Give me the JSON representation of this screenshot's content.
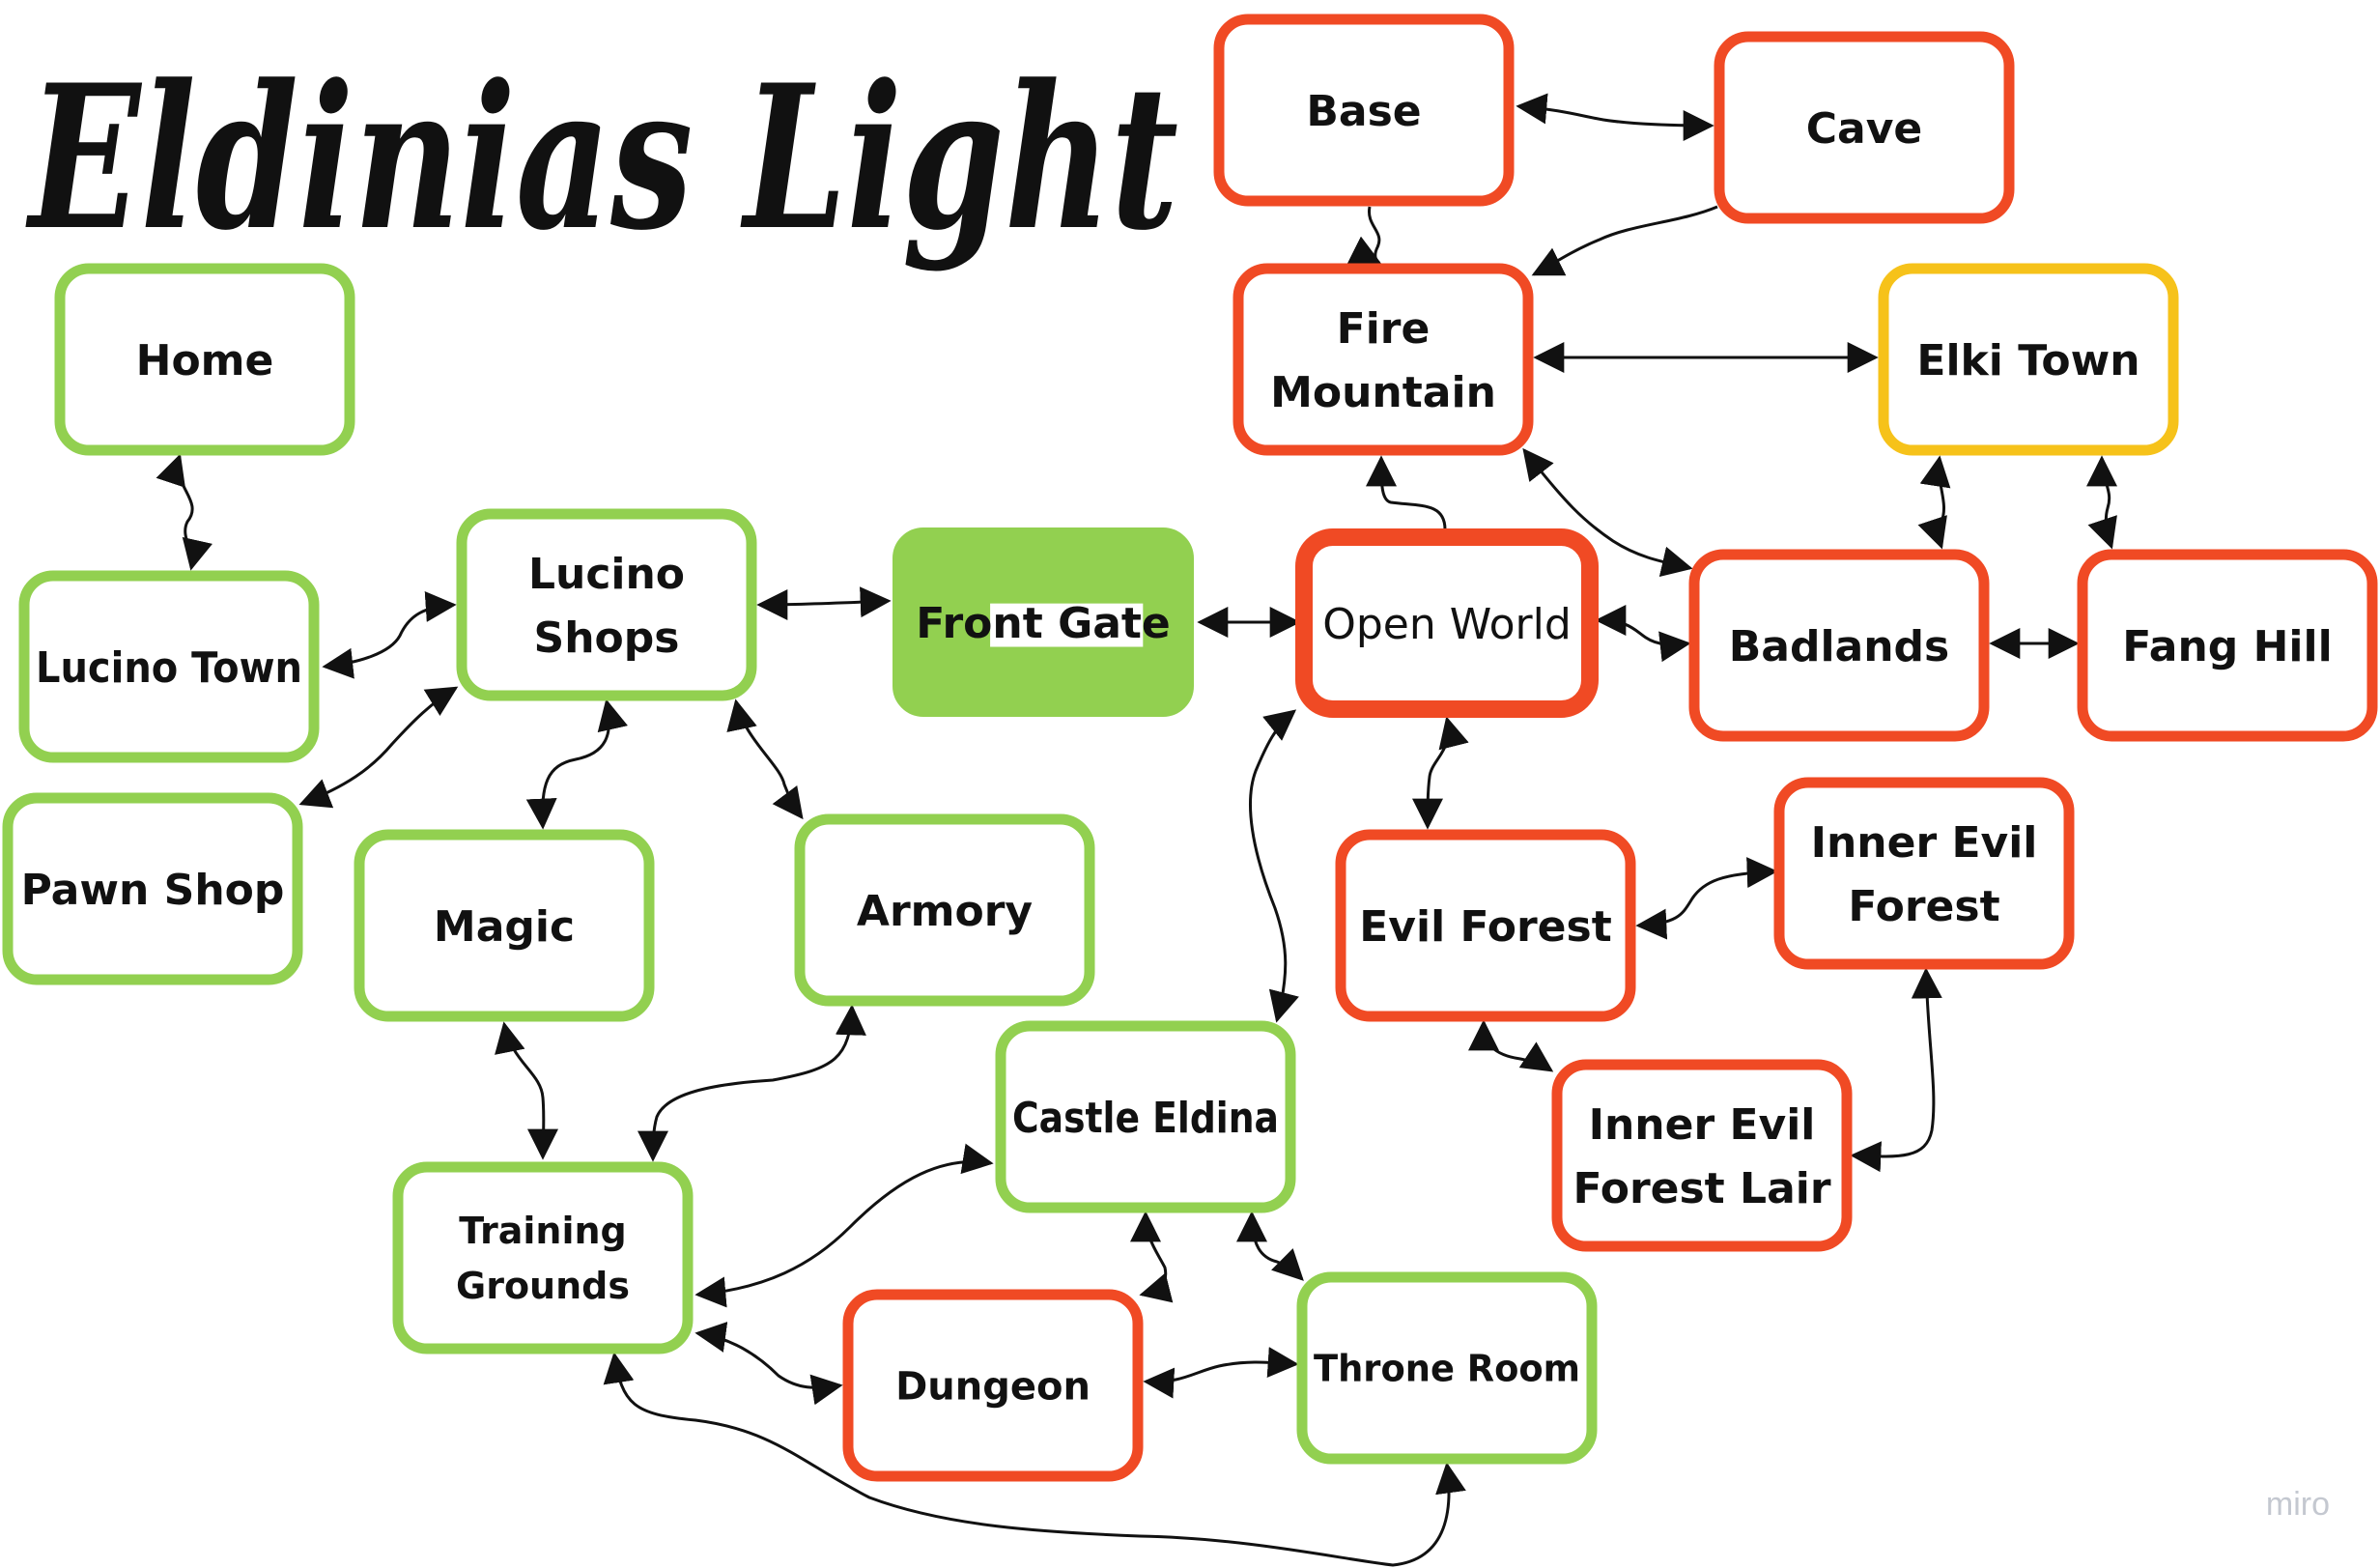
{
  "diagram": {
    "title": "Eldinias Light",
    "watermark": "miro",
    "colors": {
      "green": "#92d050",
      "red": "#f04a24",
      "yellow": "#f6c21a",
      "text": "#111111",
      "edge": "#111111"
    },
    "nodes": [
      {
        "id": "home",
        "lines": [
          "Home"
        ],
        "color": "green"
      },
      {
        "id": "lucino-town",
        "lines": [
          "Lucino Town"
        ],
        "color": "green"
      },
      {
        "id": "pawn-shop",
        "lines": [
          "Pawn Shop"
        ],
        "color": "green"
      },
      {
        "id": "lucino-shops",
        "lines": [
          "Lucino",
          "Shops"
        ],
        "color": "green"
      },
      {
        "id": "front-gate",
        "lines": [
          "Front Gate"
        ],
        "color": "green",
        "filled": true
      },
      {
        "id": "magic",
        "lines": [
          "Magic"
        ],
        "color": "green"
      },
      {
        "id": "armory",
        "lines": [
          "Armory"
        ],
        "color": "green"
      },
      {
        "id": "training-grounds",
        "lines": [
          "Training",
          "Grounds"
        ],
        "color": "green"
      },
      {
        "id": "castle-eldina",
        "lines": [
          "Castle Eldina"
        ],
        "color": "green"
      },
      {
        "id": "dungeon",
        "lines": [
          "Dungeon"
        ],
        "color": "red"
      },
      {
        "id": "throne-room",
        "lines": [
          "Throne Room"
        ],
        "color": "green"
      },
      {
        "id": "base",
        "lines": [
          "Base"
        ],
        "color": "red"
      },
      {
        "id": "cave",
        "lines": [
          "Cave"
        ],
        "color": "red"
      },
      {
        "id": "fire-mountain",
        "lines": [
          "Fire",
          "Mountain"
        ],
        "color": "red"
      },
      {
        "id": "elki-town",
        "lines": [
          "Elki Town"
        ],
        "color": "yellow"
      },
      {
        "id": "open-world",
        "lines": [
          "Open World"
        ],
        "color": "red",
        "thick": true
      },
      {
        "id": "badlands",
        "lines": [
          "Badlands"
        ],
        "color": "red"
      },
      {
        "id": "fang-hill",
        "lines": [
          "Fang Hill"
        ],
        "color": "red"
      },
      {
        "id": "evil-forest",
        "lines": [
          "Evil Forest"
        ],
        "color": "red"
      },
      {
        "id": "inner-evil-forest",
        "lines": [
          "Inner Evil",
          "Forest"
        ],
        "color": "red"
      },
      {
        "id": "inner-evil-forest-lair",
        "lines": [
          "Inner Evil",
          "Forest Lair"
        ],
        "color": "red"
      }
    ],
    "edges": [
      {
        "from": "home",
        "to": "lucino-town",
        "dir": "both"
      },
      {
        "from": "lucino-town",
        "to": "lucino-shops",
        "dir": "both"
      },
      {
        "from": "pawn-shop",
        "to": "lucino-shops",
        "dir": "both"
      },
      {
        "from": "lucino-shops",
        "to": "front-gate",
        "dir": "both"
      },
      {
        "from": "lucino-shops",
        "to": "magic",
        "dir": "both"
      },
      {
        "from": "lucino-shops",
        "to": "armory",
        "dir": "both"
      },
      {
        "from": "front-gate",
        "to": "open-world",
        "dir": "both"
      },
      {
        "from": "magic",
        "to": "training-grounds",
        "dir": "both"
      },
      {
        "from": "armory",
        "to": "training-grounds",
        "dir": "both"
      },
      {
        "from": "training-grounds",
        "to": "castle-eldina",
        "dir": "both"
      },
      {
        "from": "training-grounds",
        "to": "dungeon",
        "dir": "both"
      },
      {
        "from": "training-grounds",
        "to": "throne-room",
        "dir": "both"
      },
      {
        "from": "castle-eldina",
        "to": "dungeon",
        "dir": "both"
      },
      {
        "from": "castle-eldina",
        "to": "throne-room",
        "dir": "both"
      },
      {
        "from": "dungeon",
        "to": "throne-room",
        "dir": "both"
      },
      {
        "from": "castle-eldina",
        "to": "open-world",
        "dir": "both"
      },
      {
        "from": "base",
        "to": "cave",
        "dir": "both"
      },
      {
        "from": "base",
        "to": "fire-mountain",
        "dir": "forward"
      },
      {
        "from": "cave",
        "to": "fire-mountain",
        "dir": "forward"
      },
      {
        "from": "fire-mountain",
        "to": "elki-town",
        "dir": "both"
      },
      {
        "from": "open-world",
        "to": "fire-mountain",
        "dir": "forward"
      },
      {
        "from": "fire-mountain",
        "to": "badlands",
        "dir": "both"
      },
      {
        "from": "elki-town",
        "to": "badlands",
        "dir": "both"
      },
      {
        "from": "elki-town",
        "to": "fang-hill",
        "dir": "both"
      },
      {
        "from": "open-world",
        "to": "badlands",
        "dir": "both"
      },
      {
        "from": "badlands",
        "to": "fang-hill",
        "dir": "both"
      },
      {
        "from": "open-world",
        "to": "evil-forest",
        "dir": "both"
      },
      {
        "from": "evil-forest",
        "to": "inner-evil-forest",
        "dir": "both"
      },
      {
        "from": "evil-forest",
        "to": "inner-evil-forest-lair",
        "dir": "both"
      },
      {
        "from": "inner-evil-forest",
        "to": "inner-evil-forest-lair",
        "dir": "both"
      }
    ]
  }
}
